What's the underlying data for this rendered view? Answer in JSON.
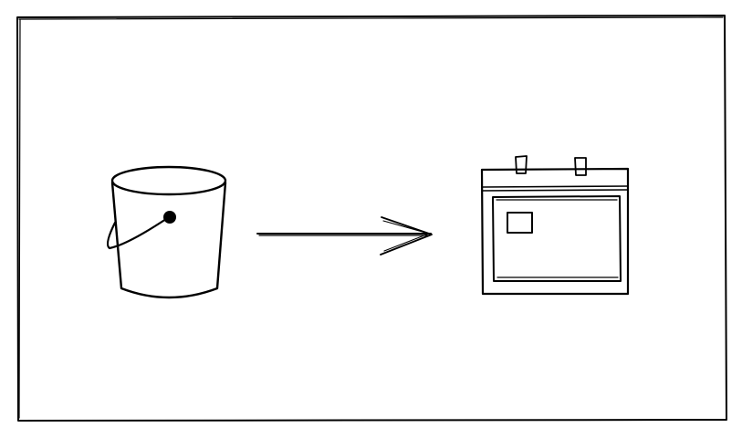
{
  "diagram": {
    "nodes": [
      {
        "id": "source",
        "icon": "bucket-icon"
      },
      {
        "id": "target",
        "icon": "calendar-icon"
      }
    ],
    "edges": [
      {
        "from": "source",
        "to": "target",
        "style": "arrow"
      }
    ],
    "stroke_color": "#000000",
    "background": "#ffffff"
  }
}
